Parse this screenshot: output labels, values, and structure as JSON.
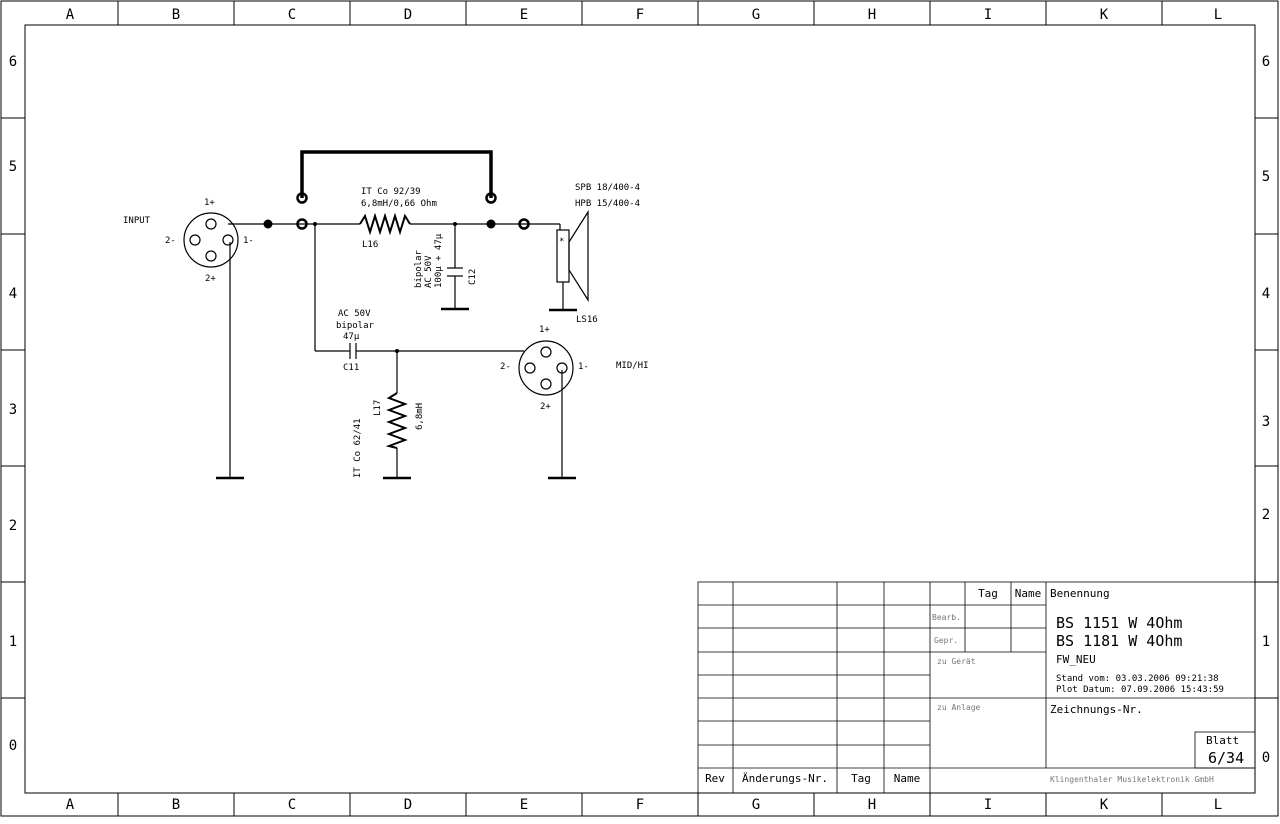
{
  "frame": {
    "columns": [
      "A",
      "B",
      "C",
      "D",
      "E",
      "F",
      "G",
      "H",
      "I",
      "K",
      "L"
    ],
    "rows": [
      "6",
      "5",
      "4",
      "3",
      "2",
      "1",
      "0"
    ]
  },
  "schematic": {
    "input": {
      "label": "INPUT",
      "pins": {
        "p1": "1+",
        "p2": "2-",
        "p3": "1-",
        "p4": "2+"
      }
    },
    "midhi": {
      "label": "MID/HI",
      "pins": {
        "p1": "1+",
        "p2": "2-",
        "p3": "1-",
        "p4": "2+"
      }
    },
    "l16": {
      "ref": "L16",
      "type": "IT Co 92/39",
      "value": "6,8mH/0,66 Ohm"
    },
    "c12": {
      "ref": "C12",
      "line1": "bipolar",
      "line2": "AC 50V",
      "line3": "100µ + 47µ"
    },
    "ls16": {
      "ref": "LS16",
      "line1": "SPB 18/400-4",
      "line2": "HPB 15/400-4",
      "polarity": "*"
    },
    "c11": {
      "ref": "C11",
      "line1": "AC 50V",
      "line2": "bipolar",
      "line3": "47µ"
    },
    "l17": {
      "ref": "L17",
      "value": "6,8mH",
      "type": "IT Co 62/41"
    }
  },
  "titleblock": {
    "header_tag": "Tag",
    "header_name": "Name",
    "benennung_label": "Benennung",
    "bearb": "Bearb.",
    "gepr": "Gepr.",
    "zu_geraet": "zu Gerät",
    "zu_anlage": "zu Anlage",
    "title_line1": "BS 1151 W 4Ohm",
    "title_line2": "BS 1181 W 4Ohm",
    "subtitle": "FW_NEU",
    "stand": "Stand vom: 03.03.2006 09:21:38",
    "plot": "Plot Datum: 07.09.2006 15:43:59",
    "zeichnungs_label": "Zeichnungs-Nr.",
    "blatt_label": "Blatt",
    "blatt_value": "6/34",
    "rev": "Rev",
    "aenderung": "Änderungs-Nr.",
    "tag": "Tag",
    "name": "Name",
    "company": "Klingenthaler Musikelektronik GmbH"
  }
}
